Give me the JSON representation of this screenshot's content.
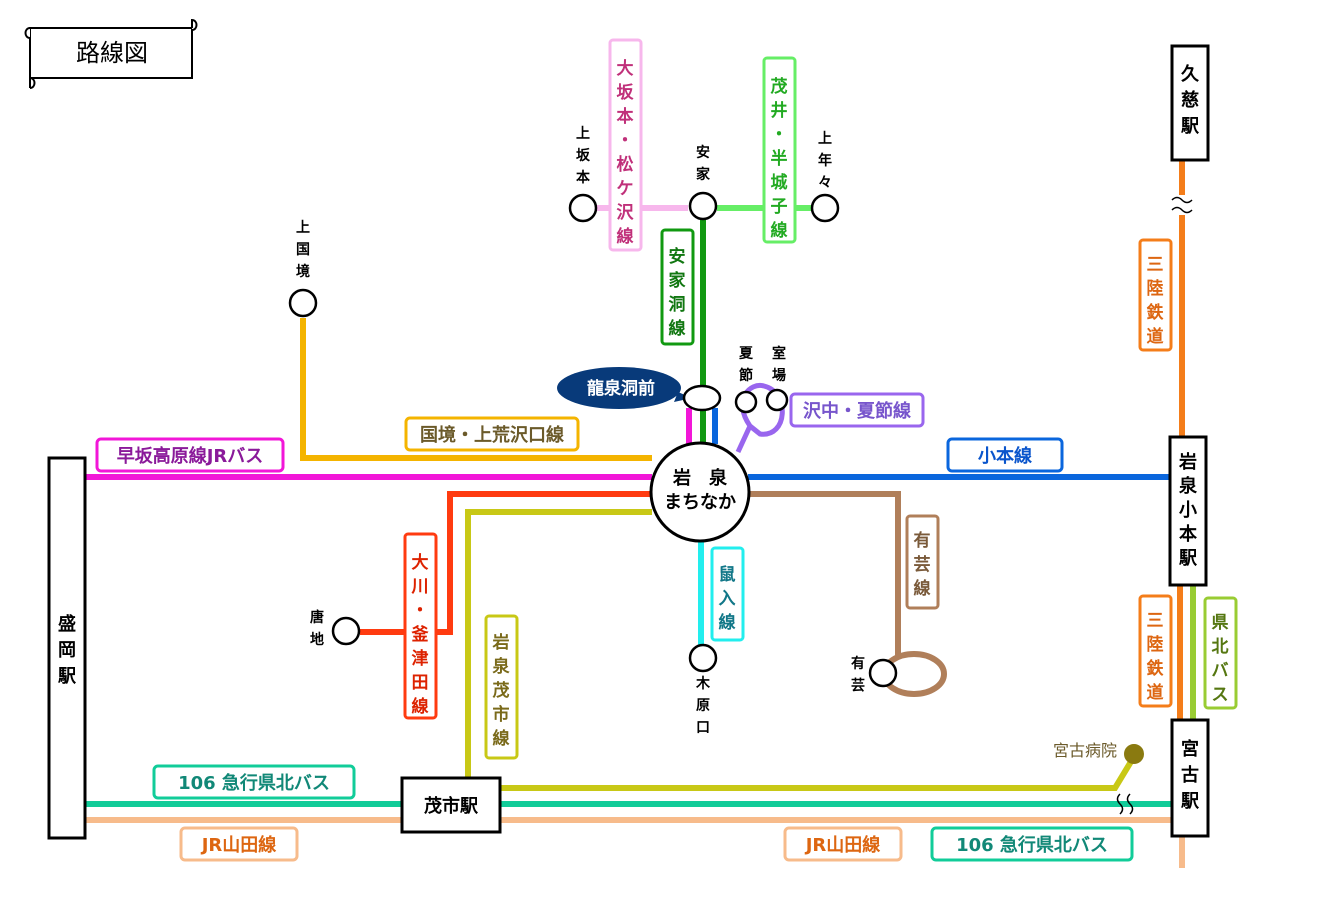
{
  "title": "路線図",
  "colors": {
    "sakamoto": "#f7b7ec",
    "sakamoto_text": "#c0307a",
    "shigei": "#66ee66",
    "shigei_text": "#22aa22",
    "ryusendo": "#119911",
    "ryusendo_text": "#117711",
    "kamikunizakai": "#f4b400",
    "kamikunizakai_text": "#6b5a2a",
    "hayasaka": "#f216d8",
    "hayasaka_text": "#8a1a9a",
    "omoto": "#0a66dd",
    "omoto_text": "#0a55cc",
    "sawanaka": "#9966ee",
    "sawanaka_text": "#7755cc",
    "okawa": "#ff3b10",
    "okawa_text": "#dd2200",
    "moichi": "#c8c816",
    "moichi_text": "#7a6a1a",
    "nezuri": "#22eeee",
    "nezuri_text": "#117788",
    "ugei": "#b07f5a",
    "ugei_text": "#7a5a3a",
    "sanriku": "#f47d1a",
    "sanriku_text": "#dd6611",
    "kenpoku": "#99cc33",
    "kenpoku_text": "#557711",
    "express": "#11cc99",
    "express_text": "#118877",
    "yamada": "#f7bb8b",
    "yamada_text": "#dd6611",
    "callout": "#083a7a"
  },
  "lines": {
    "sakamoto": "大坂本・松ケ沢線",
    "shigei": "茂井・半城子線",
    "ryusendo": "安家洞線",
    "kamikunizakai": "国境・上荒沢口線",
    "hayasaka": "早坂高原線JRバス",
    "omoto": "小本線",
    "sawanaka": "沢中・夏節線",
    "okawa": "大川・釜津田線",
    "moichi": "岩泉茂市線",
    "nezuri": "鼠入線",
    "ugei": "有芸線",
    "sanriku_north": "三陸鉄道",
    "sanriku_south": "三陸鉄道",
    "kenpoku": "県北バス",
    "express_west": "106 急行県北バス",
    "express_east": "106 急行県北バス",
    "yamada_west": "JR山田線",
    "yamada_east": "JR山田線"
  },
  "stations": {
    "kuji": "久慈駅",
    "morioka": "盛岡駅",
    "iwaizumi_omoto": "岩泉小本駅",
    "miyako": "宮古駅",
    "moichi": "茂市駅",
    "center_top": "岩　泉",
    "center_bottom": "まちなか",
    "ryusendo_mae": "龍泉洞前",
    "kamisakamoto": "上坂本",
    "akka": "安家",
    "kaminenu": "上年々",
    "kamikunizakai": "上国境",
    "natsubushi": "夏節",
    "muroba": "室場",
    "karachi": "唐地",
    "kiharaguchi": "木原口",
    "ugei": "有芸",
    "miyako_hospital": "宮古病院"
  }
}
